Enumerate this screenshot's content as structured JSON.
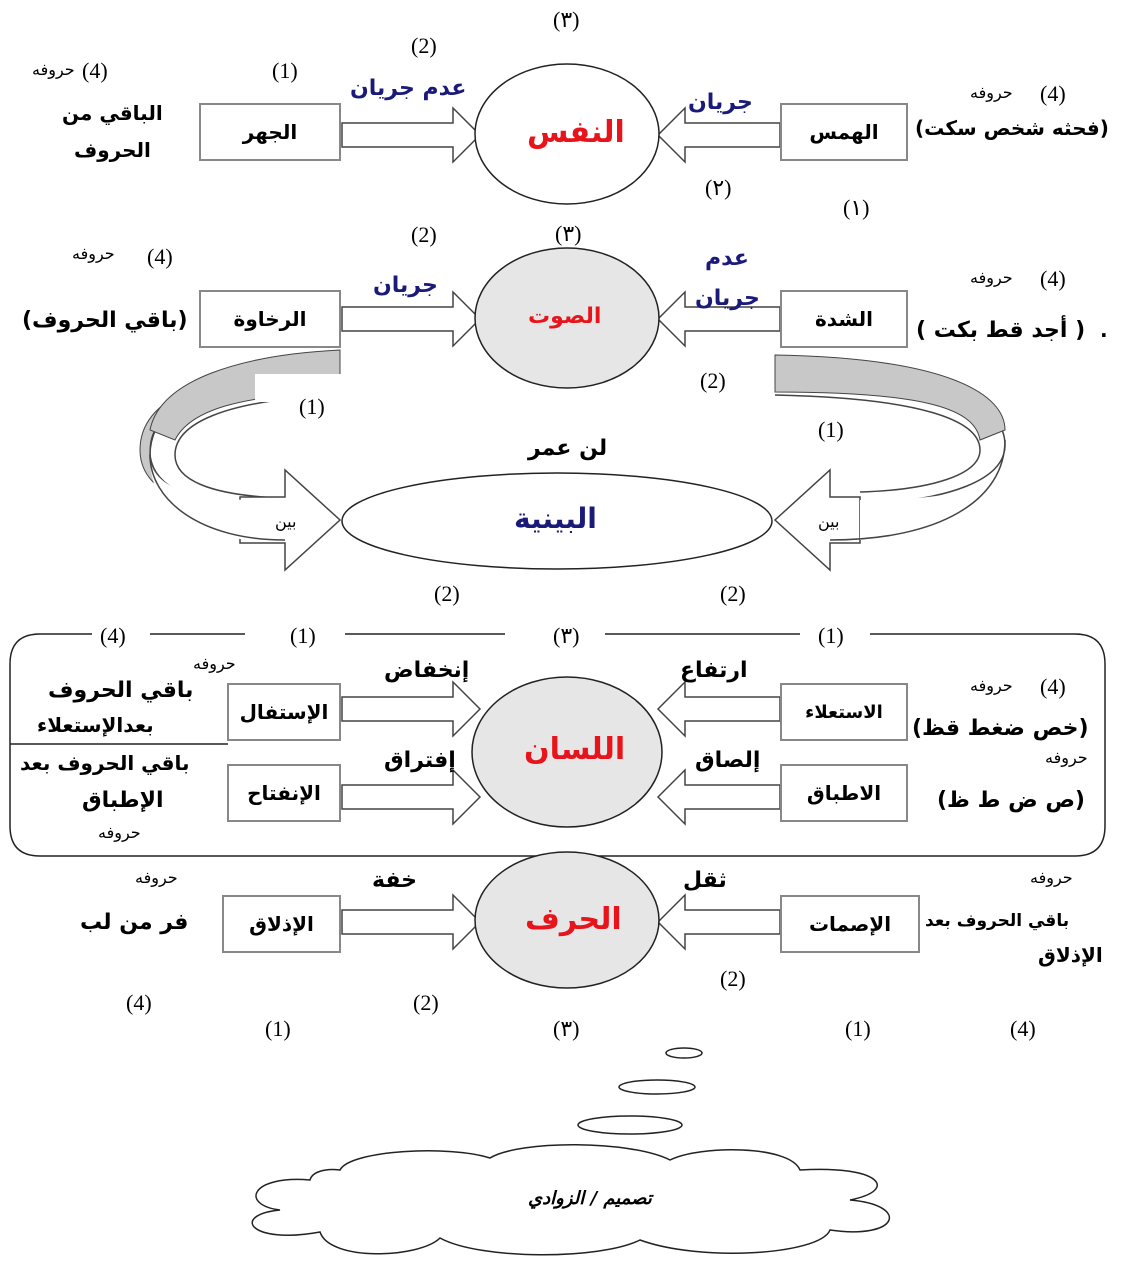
{
  "colors": {
    "accent_red": "#e8141b",
    "navy": "#1a1a7a",
    "ellipse_fill": "#e6e6e6",
    "band_fill": "#c8c8c8"
  },
  "nafas": {
    "center": "النفس",
    "left_box": "الجهر",
    "right_box": "الهمس",
    "left_arrow_label": "عدم جريان",
    "right_arrow_label": "جريان",
    "left_letters_1": "الباقي من",
    "left_letters_2": "الحروف",
    "right_letters": "(فحثه شخص سكت)",
    "huroof": "حروفه",
    "n1": "(1)",
    "n2": "(2)",
    "n3": "(٣)",
    "n4": "(4)",
    "n1b": "(١)",
    "n2b": "(٢)"
  },
  "sawt": {
    "center": "الصوت",
    "left_box": "الرخاوة",
    "right_box": "الشدة",
    "left_arrow_label": "جريان",
    "right_arrow_label_1": "عدم",
    "right_arrow_label_2": "جريان",
    "left_letters": "(باقي الحروف)",
    "right_letters": "( أجد قط بكت )",
    "right_mark": ".",
    "huroof": "حروفه",
    "n1": "(1)",
    "n2": "(2)",
    "n3": "(٣)",
    "n4": "(4)"
  },
  "bayniyya": {
    "center": "البينية",
    "letters": "لن عمر",
    "between": "بين",
    "n1": "(1)",
    "n2": "(2)"
  },
  "lisan": {
    "center": "اللسان",
    "istifal": "الإستفال",
    "infitah": "الإنفتاح",
    "istila": "الاستعلاء",
    "itbaq": "الاطباق",
    "inkhifad": "إنخفاض",
    "iftiraq": "إفتراق",
    "irtifa": "ارتفاع",
    "ilsaq": "إلصاق",
    "left_letters_1a": "باقي الحروف",
    "left_letters_1b": "بعدالإستعلاء",
    "left_letters_2a": "باقي الحروف بعد",
    "left_letters_2b": "الإطباق",
    "right_letters_1": "(خص ضغط قظ)",
    "right_letters_2": "(ص ض ط ظ)",
    "huroof": "حروفه",
    "n1": "(1)",
    "n3": "(٣)",
    "n4": "(4)"
  },
  "harf": {
    "center": "الحرف",
    "left_box": "الإذلاق",
    "right_box": "الإصمات",
    "left_arrow_label": "خفة",
    "right_arrow_label": "ثقل",
    "left_letters": "فر من لب",
    "right_letters_1": "باقي الحروف بعد",
    "right_letters_2": "الإذلاق",
    "huroof": "حروفه",
    "n1": "(1)",
    "n2": "(2)",
    "n3": "(٣)",
    "n4": "(4)"
  },
  "cloud": {
    "signature": "تصميم / الزوادي"
  }
}
